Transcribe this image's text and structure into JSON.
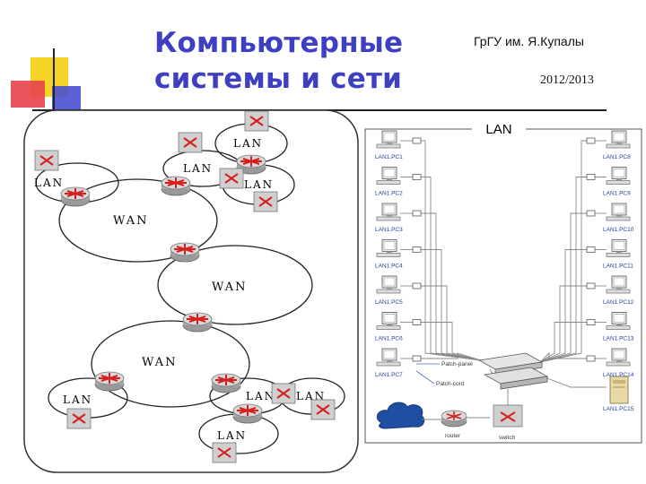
{
  "header": {
    "title_line1": "Компьютерные",
    "title_line2": "системы и сети",
    "institution": "ГрГУ им. Я.Купалы",
    "year": "2012/2013"
  },
  "left_diagram": {
    "wan_labels": [
      "WAN",
      "WAN",
      "WAN"
    ],
    "lan_labels": [
      "LAN",
      "LAN",
      "LAN",
      "LAN",
      "LAN",
      "LAN",
      "LAN",
      "LAN"
    ]
  },
  "right_diagram": {
    "title": "LAN",
    "pcs_left": [
      "LAN1.PC1",
      "LAN1.PC2",
      "LAN1.PC3",
      "LAN1.PC4",
      "LAN1.PC5",
      "LAN1.PC6",
      "LAN1.PC7"
    ],
    "pcs_right": [
      "LAN1.PC8",
      "LAN1.PC9",
      "LAN1.PC10",
      "LAN1.PC11",
      "LAN1.PC12",
      "LAN1.PC13",
      "LAN1.PC14"
    ],
    "server_label": "LAN1.PC15",
    "patch_panel_label": "Patch-panel",
    "patch_cord_label": "Patch-cord",
    "router_label": "router",
    "switch_label": "switch"
  },
  "colors": {
    "title": "#3f3fc4",
    "router_red": "#d62020",
    "cloud_blue": "#1f4fa0"
  }
}
